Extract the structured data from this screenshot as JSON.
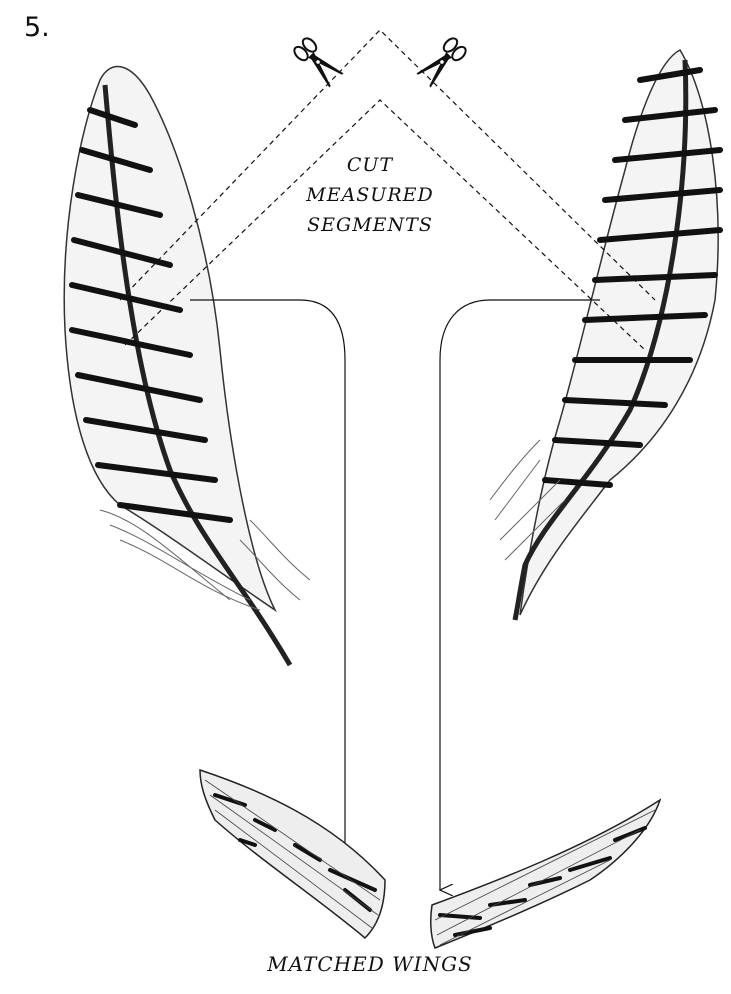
{
  "step_number": "5.",
  "top_caption": [
    "CUT",
    "MEASURED",
    "SEGMENTS"
  ],
  "bottom_caption": "MATCHED WINGS",
  "colors": {
    "ink": "#111111",
    "background": "#ffffff"
  },
  "icons": [
    "scissors-icon",
    "scissors-icon"
  ]
}
